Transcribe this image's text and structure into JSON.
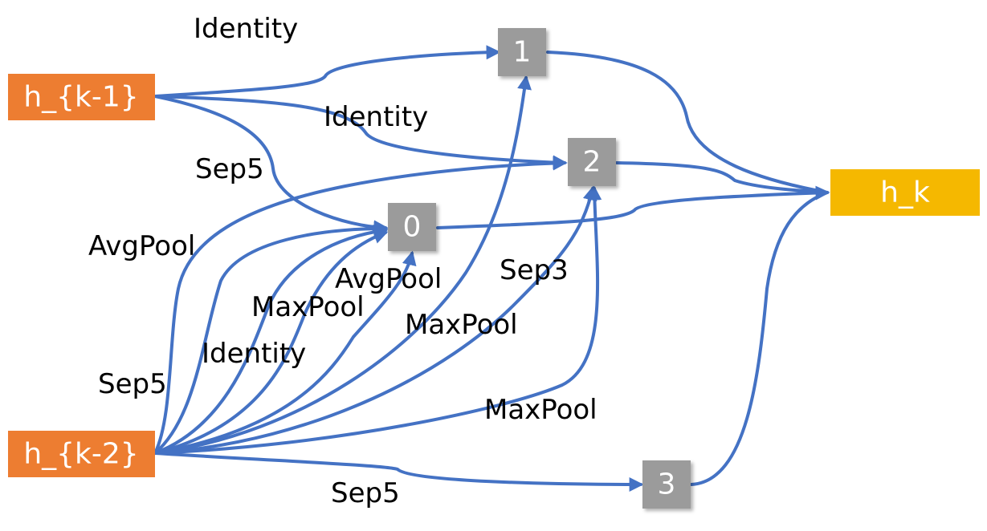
{
  "nodes": {
    "h_km1": {
      "label": "h_{k-1}",
      "color": "#ed7d31"
    },
    "h_km2": {
      "label": "h_{k-2}",
      "color": "#ed7d31"
    },
    "h_k": {
      "label": "h_k",
      "color": "#f5b800"
    },
    "n0": {
      "label": "0",
      "color": "#9b9b9b"
    },
    "n1": {
      "label": "1",
      "color": "#9b9b9b"
    },
    "n2": {
      "label": "2",
      "color": "#9b9b9b"
    },
    "n3": {
      "label": "3",
      "color": "#9b9b9b"
    }
  },
  "edge_color": "#4472c4",
  "edges": [
    {
      "from": "h_{k-1}",
      "to": "1",
      "label": "Identity"
    },
    {
      "from": "h_{k-1}",
      "to": "2",
      "label": "Identity"
    },
    {
      "from": "h_{k-1}",
      "to": "0",
      "label": "Sep5"
    },
    {
      "from": "h_{k-2}",
      "to": "2",
      "label": "AvgPool"
    },
    {
      "from": "h_{k-2}",
      "to": "0",
      "label": "Sep5"
    },
    {
      "from": "h_{k-2}",
      "to": "0",
      "label": "Identity"
    },
    {
      "from": "h_{k-2}",
      "to": "0",
      "label": "MaxPool"
    },
    {
      "from": "h_{k-2}",
      "to": "0",
      "label": "AvgPool"
    },
    {
      "from": "h_{k-2}",
      "to": "1",
      "label": "MaxPool"
    },
    {
      "from": "h_{k-2}",
      "to": "2",
      "label": "Sep3"
    },
    {
      "from": "h_{k-2}",
      "to": "2",
      "label": "MaxPool"
    },
    {
      "from": "h_{k-2}",
      "to": "3",
      "label": "Sep5"
    }
  ]
}
